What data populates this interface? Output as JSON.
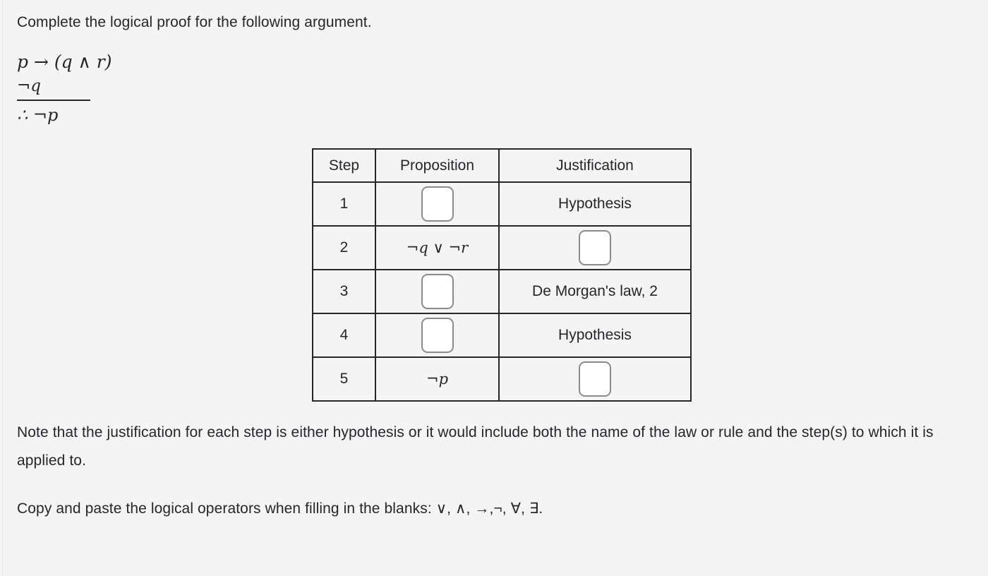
{
  "prompt": "Complete the logical proof for the following argument.",
  "argument": {
    "premise1": "p → (q ∧ r)",
    "premise2": "¬q",
    "conclusion": "∴ ¬p"
  },
  "table": {
    "headers": [
      "Step",
      "Proposition",
      "Justification"
    ],
    "rows": [
      {
        "step": "1",
        "proposition": "",
        "proposition_is_blank": true,
        "justification": "Hypothesis",
        "justification_is_blank": false
      },
      {
        "step": "2",
        "proposition": "¬q ∨ ¬r",
        "proposition_is_blank": false,
        "justification": "",
        "justification_is_blank": true
      },
      {
        "step": "3",
        "proposition": "",
        "proposition_is_blank": true,
        "justification": "De Morgan's law, 2",
        "justification_is_blank": false
      },
      {
        "step": "4",
        "proposition": "",
        "proposition_is_blank": true,
        "justification": "Hypothesis",
        "justification_is_blank": false
      },
      {
        "step": "5",
        "proposition": "¬p",
        "proposition_is_blank": false,
        "justification": "",
        "justification_is_blank": true
      }
    ]
  },
  "notes": {
    "note1": "Note that the justification for each step is either hypothesis or it would include both the name of the law or rule and the step(s) to which it is applied to.",
    "note2_prefix": "Copy and paste the logical operators when filling in the blanks: ",
    "note2_operators": "∨, ∧, →,¬, ∀, ∃."
  },
  "colors": {
    "page_background": "#f4f4f4",
    "text": "#23272b",
    "table_border": "#23272b",
    "input_border": "#888c90",
    "input_background": "#ffffff"
  }
}
